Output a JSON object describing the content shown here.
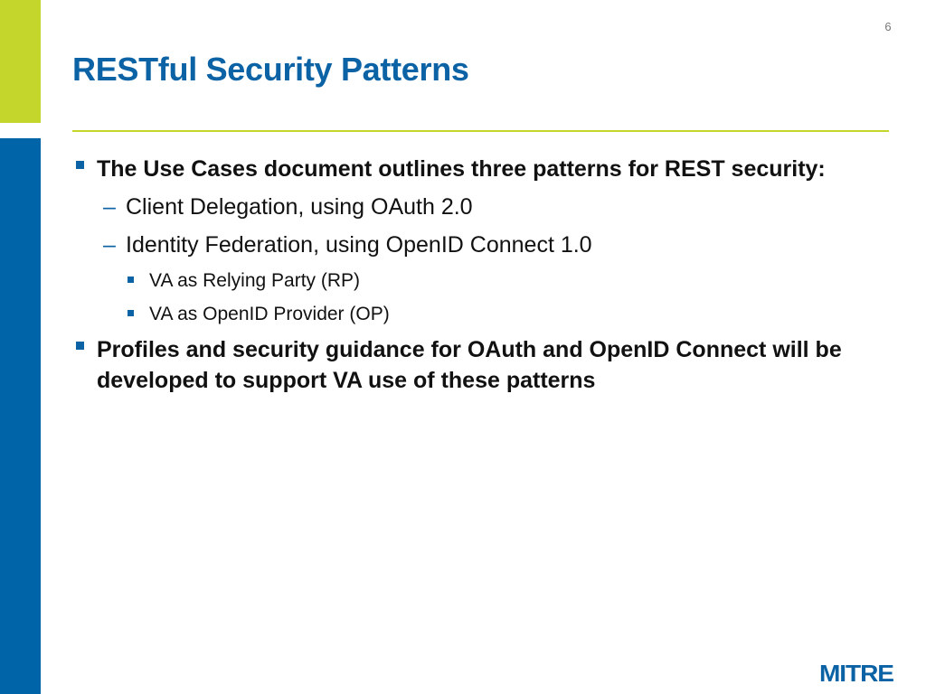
{
  "slide": {
    "page_number": "6",
    "title": "RESTful Security Patterns",
    "bullets": [
      "The Use Cases document outlines three patterns for REST security:",
      "Profiles and security guidance for OAuth and OpenID Connect will be developed to support VA use of these patterns"
    ],
    "sub_items": [
      "Client Delegation, using OAuth 2.0",
      "Identity Federation, using OpenID Connect 1.0"
    ],
    "sub_sub_items": [
      "VA as Relying Party (RP)",
      "VA as OpenID Provider (OP)"
    ],
    "logo_text": "MITRE"
  },
  "colors": {
    "accent_green": "#c4d52b",
    "brand_blue": "#0064a8",
    "title_blue": "#0b62a4"
  }
}
